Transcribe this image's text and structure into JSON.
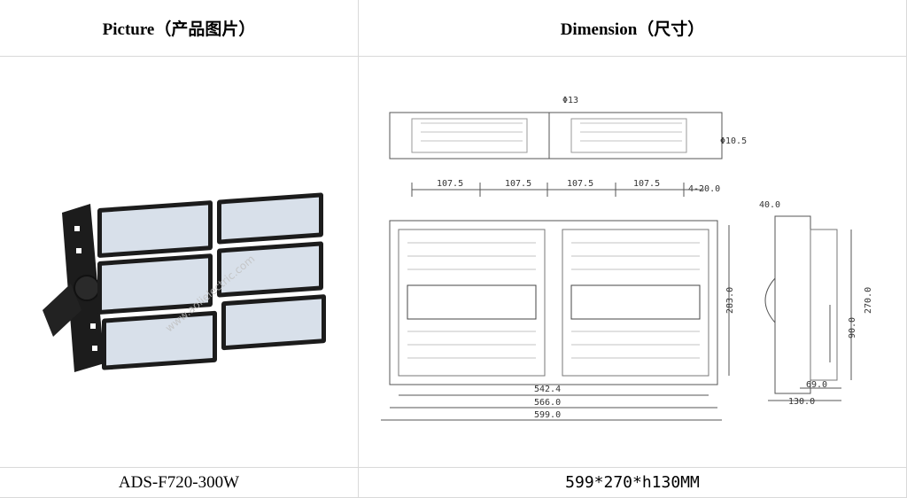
{
  "table": {
    "header_picture": "Picture（产品图片）",
    "header_dimension": "Dimension（尺寸）",
    "model": "ADS-F720-300W",
    "size": "599*270*h130MM"
  },
  "drawing": {
    "phi_top": "Φ13",
    "phi_side": "Φ10.5",
    "top_dims": [
      "107.5",
      "107.5",
      "107.5",
      "107.5"
    ],
    "holes": "4-20.0",
    "height_283": "283.0",
    "width_542": "542.4",
    "width_566": "566.0",
    "width_599": "599.0",
    "side_40": "40.0",
    "side_270": "270.0",
    "side_90": "90.0",
    "side_69": "69.0",
    "side_130": "130.0"
  },
  "watermark": "www.aolielectric.com",
  "colors": {
    "border": "#d9d9d9",
    "line": "#555555",
    "housing": "#1c1c1c",
    "lens": "#d8e0ea"
  }
}
